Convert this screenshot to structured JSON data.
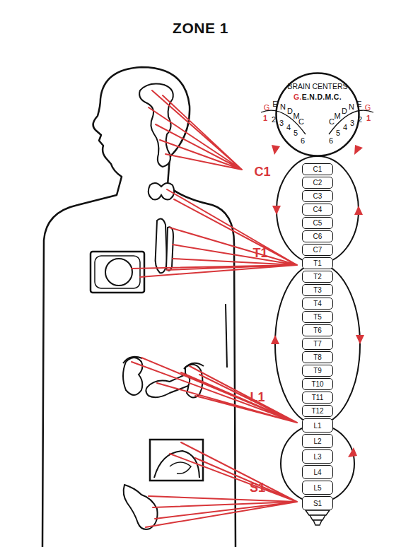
{
  "diagram": {
    "title": "ZONE 1",
    "nodes": [
      {
        "text": [
          "BRAIN CENTERS",
          "G.E.N.D.M.C."
        ]
      },
      {
        "text": [
          "C1"
        ]
      },
      {
        "text": [
          "C2"
        ]
      },
      {
        "text": [
          "C3"
        ]
      },
      {
        "text": [
          "C4"
        ]
      },
      {
        "text": [
          "C5"
        ]
      },
      {
        "text": [
          "C6"
        ]
      },
      {
        "text": [
          "C7"
        ]
      },
      {
        "text": [
          "T1"
        ]
      },
      {
        "text": [
          "T2"
        ]
      },
      {
        "text": [
          "T3"
        ]
      },
      {
        "text": [
          "T4"
        ]
      },
      {
        "text": [
          "T5"
        ]
      },
      {
        "text": [
          "T6"
        ]
      },
      {
        "text": [
          "T7"
        ]
      },
      {
        "text": [
          "T8"
        ]
      },
      {
        "text": [
          "T9"
        ]
      },
      {
        "text": [
          "T10"
        ]
      },
      {
        "text": [
          "T11"
        ]
      },
      {
        "text": [
          "T12"
        ]
      },
      {
        "text": [
          "L1"
        ]
      },
      {
        "text": [
          "L2"
        ]
      },
      {
        "text": [
          "L3"
        ]
      },
      {
        "text": [
          "L4"
        ]
      },
      {
        "text": [
          "L5"
        ]
      },
      {
        "text": [
          "S1"
        ]
      }
    ],
    "labels": [
      "C1",
      "T1",
      "L1",
      "S1",
      "G",
      "E",
      "N",
      "D",
      "M",
      "C",
      "1",
      "2",
      "3",
      "4",
      "5",
      "6",
      "C",
      "M",
      "D",
      "N",
      "E",
      "G",
      "6",
      "5",
      "4",
      "3",
      "2",
      "1"
    ]
  }
}
